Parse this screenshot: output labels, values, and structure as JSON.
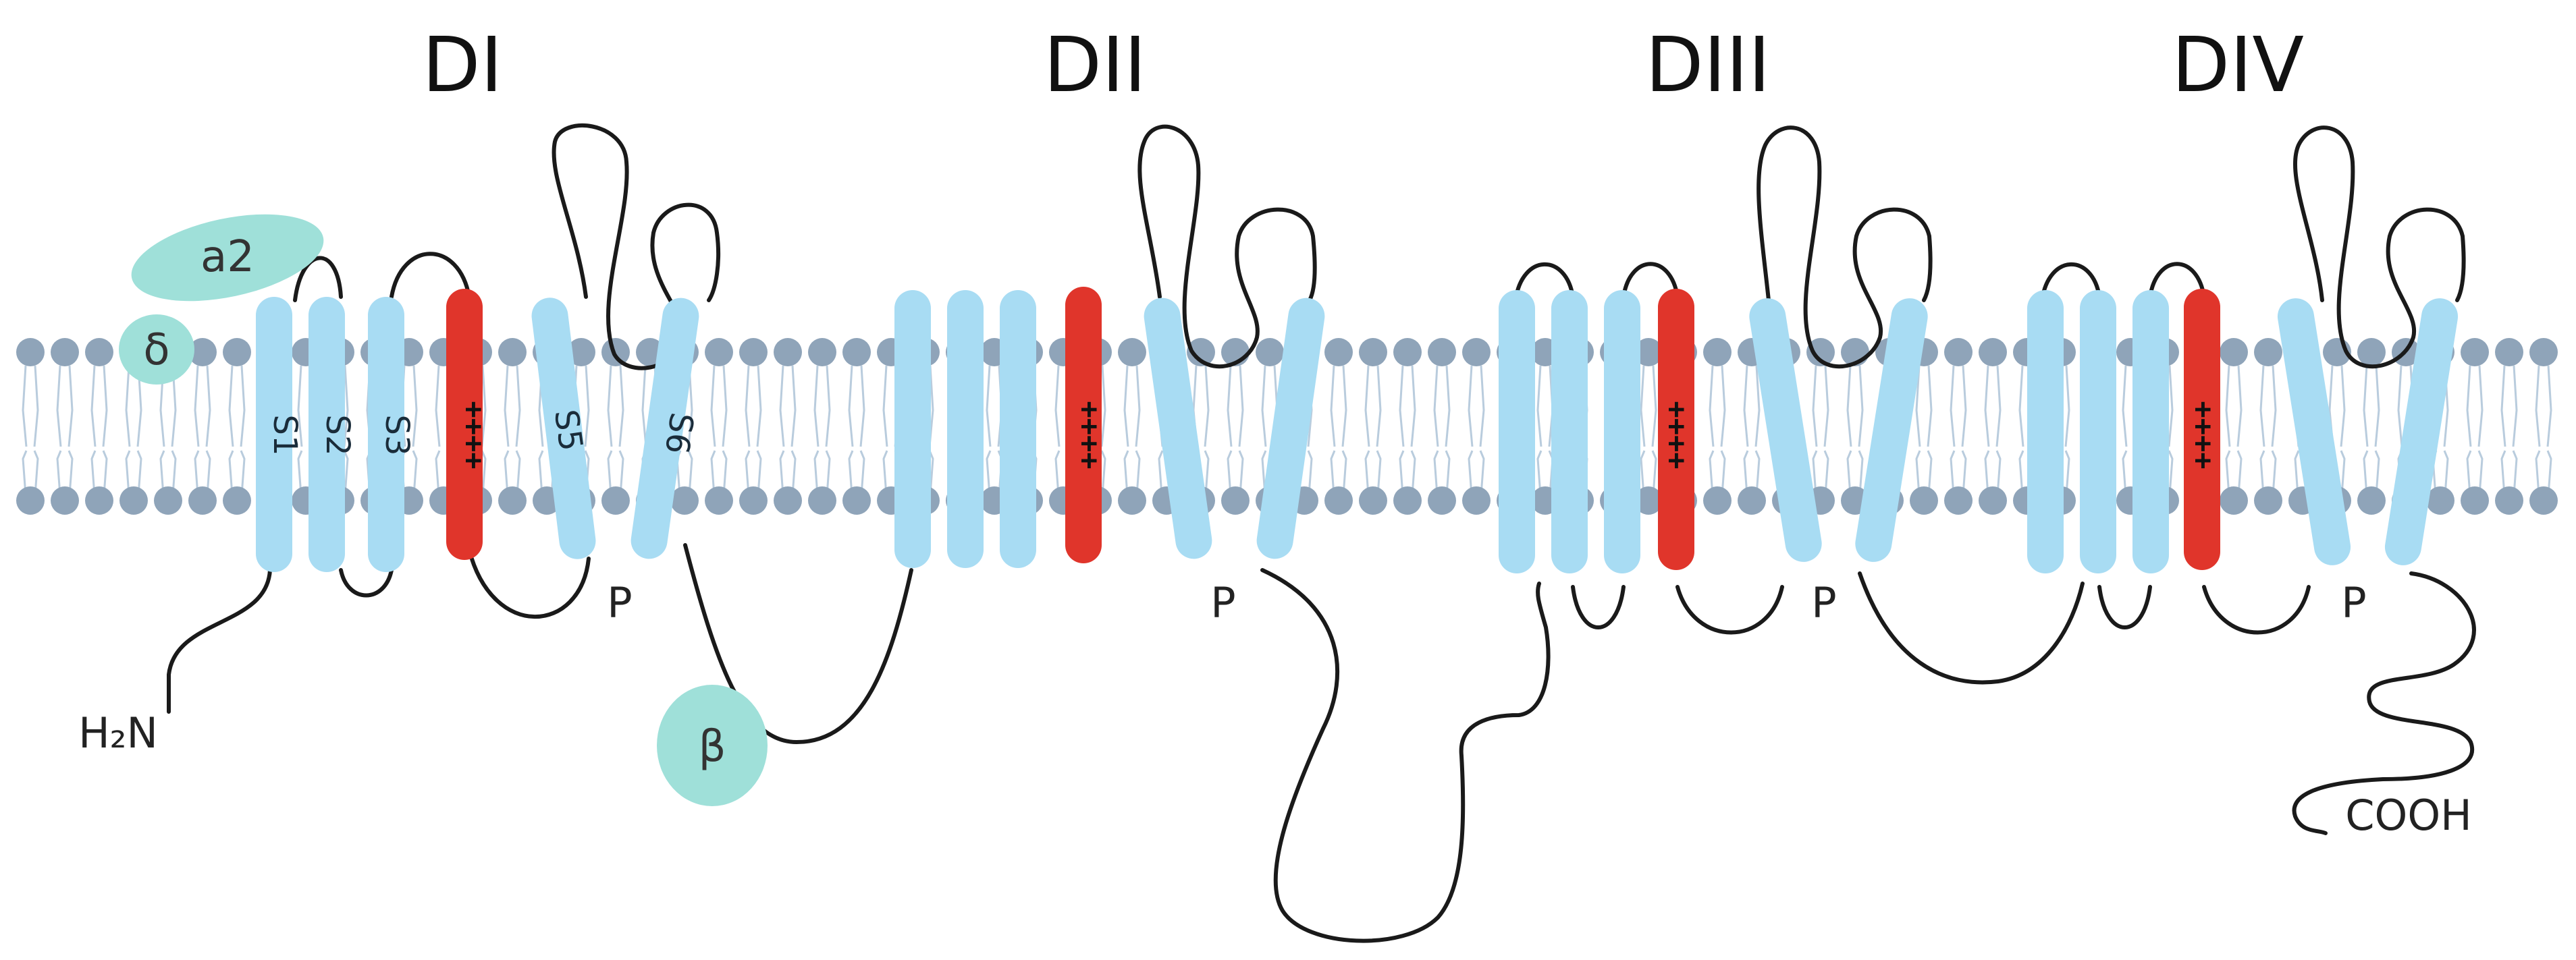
{
  "colors": {
    "helix": "#a8dcf3",
    "voltage_sensor": "#e0352b",
    "subunit": "#9fe0d9",
    "lipid_head": "#8fa4b9",
    "lipid_tail": "#b9ccdd",
    "loop": "#1a1a1a"
  },
  "domains": [
    {
      "id": "DI",
      "label": "DI"
    },
    {
      "id": "DII",
      "label": "DII"
    },
    {
      "id": "DIII",
      "label": "DIII"
    },
    {
      "id": "DIV",
      "label": "DIV"
    }
  ],
  "segment_labels": [
    "S1",
    "S2",
    "S3",
    "S5",
    "S6"
  ],
  "voltage_sensor_charge": "++++",
  "pore_label": "P",
  "subunits": {
    "alpha2": "a2",
    "delta": "δ",
    "beta": "β"
  },
  "termini": {
    "n_terminus": "H₂N",
    "c_terminus": "COOH"
  }
}
